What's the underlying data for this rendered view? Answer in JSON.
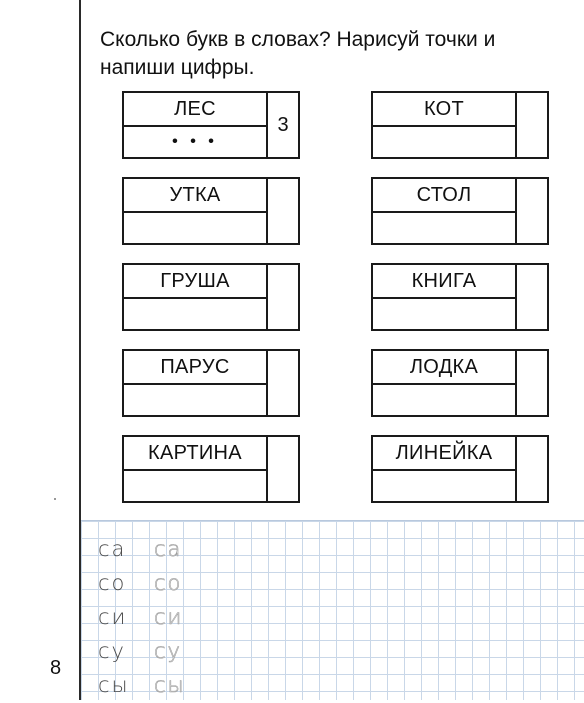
{
  "instruction": {
    "line1": "Сколько букв в словах? Нарисуй точки и",
    "line2": "напиши цифры."
  },
  "words": {
    "left": [
      {
        "word": "ЛЕС",
        "dots": "• • •",
        "count": "3"
      },
      {
        "word": "УТКА",
        "dots": "",
        "count": ""
      },
      {
        "word": "ГРУША",
        "dots": "",
        "count": ""
      },
      {
        "word": "ПАРУС",
        "dots": "",
        "count": ""
      },
      {
        "word": "КАРТИНА",
        "dots": "",
        "count": ""
      }
    ],
    "right": [
      {
        "word": "КОТ",
        "dots": "",
        "count": ""
      },
      {
        "word": "СТОЛ",
        "dots": "",
        "count": ""
      },
      {
        "word": "КНИГА",
        "dots": "",
        "count": ""
      },
      {
        "word": "ЛОДКА",
        "dots": "",
        "count": ""
      },
      {
        "word": "ЛИНЕЙКА",
        "dots": "",
        "count": ""
      }
    ]
  },
  "syllables": [
    {
      "sample": "са",
      "trace": "са"
    },
    {
      "sample": "со",
      "trace": "со"
    },
    {
      "sample": "си",
      "trace": "си"
    },
    {
      "sample": "су",
      "trace": "су"
    },
    {
      "sample": "сы",
      "trace": "сы"
    }
  ],
  "page_number": "8",
  "colors": {
    "ink": "#111111",
    "grid": "#c9d7e8",
    "trace_outline": "#9a9a9a"
  }
}
